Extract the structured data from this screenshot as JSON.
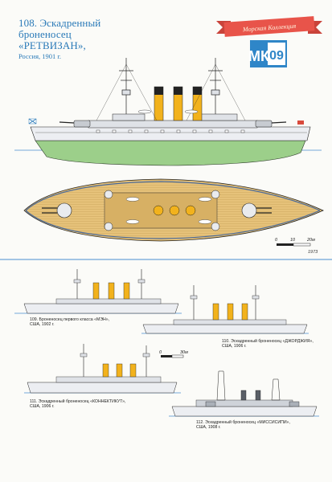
{
  "header": {
    "line1": "108. Эскадренный",
    "line2": "броненосец",
    "line3": "«РЕТВИЗАН»,",
    "line4": "Россия, 1901 г."
  },
  "banner": {
    "series_text": "Морская Коллекция",
    "logo_letters": "МК",
    "issue_number": "09"
  },
  "top_scale": {
    "tick0": "0",
    "tick1": "10",
    "tick2": "20м"
  },
  "signature": "1973",
  "bottom_scale": {
    "tick0": "0",
    "tick1": "30м"
  },
  "ships": [
    {
      "line1": "109. Броненосец первого класса «МЭН»,",
      "line2": "США, 1902 г."
    },
    {
      "line1": "110. Эскадренный броненосец «ДЖОРДЖИЯ»,",
      "line2": "США, 1906 г."
    },
    {
      "line1": "111. Эскадренный броненосец «КОННЕКТИКУТ»,",
      "line2": "США, 1906 г."
    },
    {
      "line1": "112. Эскадренный броненосец «МИССИСИПИ»,",
      "line2": "США, 1908 г."
    }
  ],
  "colors": {
    "title_blue": "#2a7ab8",
    "rule_blue": "#4a8fd0",
    "hull_grey": "#e8eaee",
    "hull_green": "#9ccf8a",
    "funnel_yellow": "#f2b21c",
    "deck_tan": "#e6c27a",
    "banner_red": "#e8544a"
  }
}
